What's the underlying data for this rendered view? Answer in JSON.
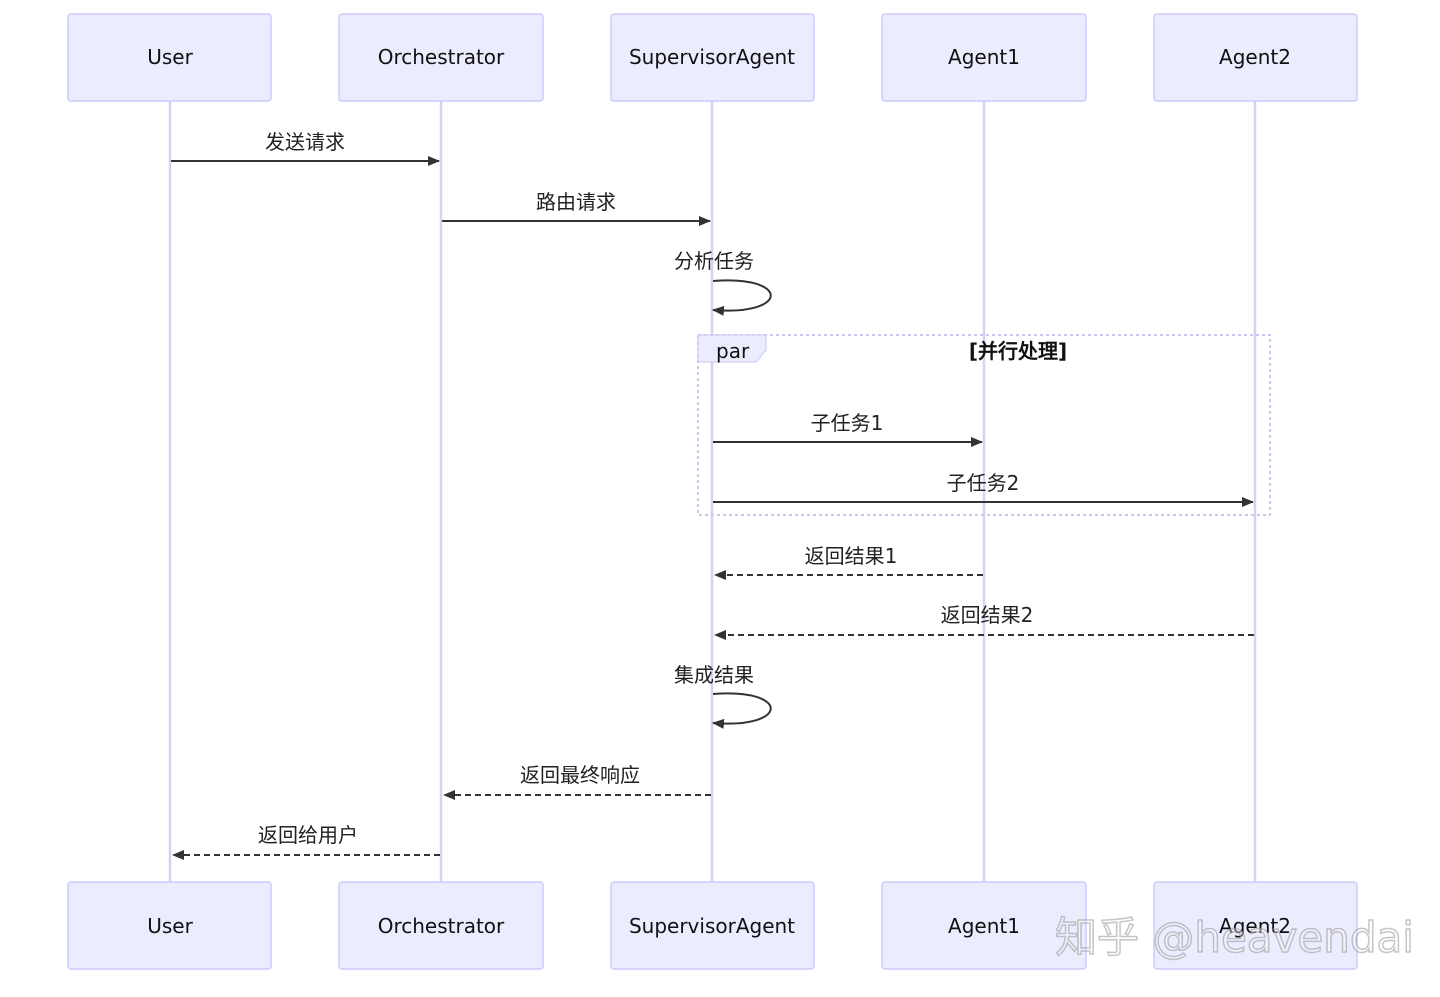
{
  "diagram": {
    "type": "sequence",
    "participants": [
      {
        "id": "user",
        "label": "User"
      },
      {
        "id": "orch",
        "label": "Orchestrator"
      },
      {
        "id": "sup",
        "label": "SupervisorAgent"
      },
      {
        "id": "a1",
        "label": "Agent1"
      },
      {
        "id": "a2",
        "label": "Agent2"
      }
    ],
    "messages": [
      {
        "from": "user",
        "to": "orch",
        "text": "发送请求",
        "style": "solid"
      },
      {
        "from": "orch",
        "to": "sup",
        "text": "路由请求",
        "style": "solid"
      },
      {
        "from": "sup",
        "to": "sup",
        "text": "分析任务",
        "style": "solid"
      },
      {
        "from": "sup",
        "to": "a1",
        "text": "子任务1",
        "style": "solid"
      },
      {
        "from": "sup",
        "to": "a2",
        "text": "子任务2",
        "style": "solid"
      },
      {
        "from": "a1",
        "to": "sup",
        "text": "返回结果1",
        "style": "dashed"
      },
      {
        "from": "a2",
        "to": "sup",
        "text": "返回结果2",
        "style": "dashed"
      },
      {
        "from": "sup",
        "to": "sup",
        "text": "集成结果",
        "style": "solid"
      },
      {
        "from": "sup",
        "to": "orch",
        "text": "返回最终响应",
        "style": "dashed"
      },
      {
        "from": "orch",
        "to": "user",
        "text": "返回给用户",
        "style": "dashed"
      }
    ],
    "par_block": {
      "tag": "par",
      "title": "[并行处理]"
    },
    "colors": {
      "actor_fill": "#ECECFF",
      "actor_stroke": "#CCCCFF",
      "lifeline": "#D8D0F0",
      "arrow": "#333333"
    }
  },
  "watermark": "知乎 @heavendai"
}
